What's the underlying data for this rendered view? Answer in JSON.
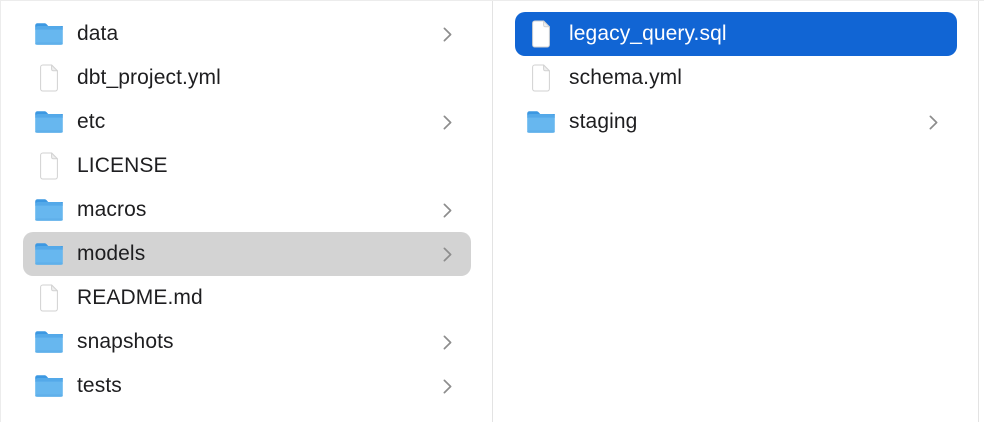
{
  "window": {
    "kind": "finder-column-view",
    "background": "#ffffff"
  },
  "colors": {
    "selection_blue": "#1165d4",
    "selection_gray": "#d3d3d3",
    "text": "#1e1e20",
    "text_selected": "#ffffff",
    "chevron": "#8d8d8d",
    "divider": "#e3e3e3",
    "folder_blue_body": "#67b7ef",
    "folder_blue_tab": "#3c98e2"
  },
  "columns": [
    {
      "name": "left",
      "items": [
        {
          "label": "data",
          "type": "folder",
          "icon": "folder-icon",
          "chevron": true,
          "chevron_icon": "chevron-right-icon",
          "selected": null
        },
        {
          "label": "dbt_project.yml",
          "type": "file",
          "icon": "document-icon",
          "chevron": false,
          "selected": null
        },
        {
          "label": "etc",
          "type": "folder",
          "icon": "folder-icon",
          "chevron": true,
          "chevron_icon": "chevron-right-icon",
          "selected": null
        },
        {
          "label": "LICENSE",
          "type": "file",
          "icon": "document-icon",
          "chevron": false,
          "selected": null
        },
        {
          "label": "macros",
          "type": "folder",
          "icon": "folder-icon",
          "chevron": true,
          "chevron_icon": "chevron-right-icon",
          "selected": null
        },
        {
          "label": "models",
          "type": "folder",
          "icon": "folder-icon",
          "chevron": true,
          "chevron_icon": "chevron-right-icon",
          "selected": "gray"
        },
        {
          "label": "README.md",
          "type": "file",
          "icon": "document-icon",
          "chevron": false,
          "selected": null
        },
        {
          "label": "snapshots",
          "type": "folder",
          "icon": "folder-icon",
          "chevron": true,
          "chevron_icon": "chevron-right-icon",
          "selected": null
        },
        {
          "label": "tests",
          "type": "folder",
          "icon": "folder-icon",
          "chevron": true,
          "chevron_icon": "chevron-right-icon",
          "selected": null
        }
      ]
    },
    {
      "name": "right",
      "items": [
        {
          "label": "legacy_query.sql",
          "type": "file",
          "icon": "document-icon",
          "chevron": false,
          "selected": "blue"
        },
        {
          "label": "schema.yml",
          "type": "file",
          "icon": "document-icon",
          "chevron": false,
          "selected": null
        },
        {
          "label": "staging",
          "type": "folder",
          "icon": "folder-icon",
          "chevron": true,
          "chevron_icon": "chevron-right-icon",
          "selected": null
        }
      ]
    }
  ]
}
